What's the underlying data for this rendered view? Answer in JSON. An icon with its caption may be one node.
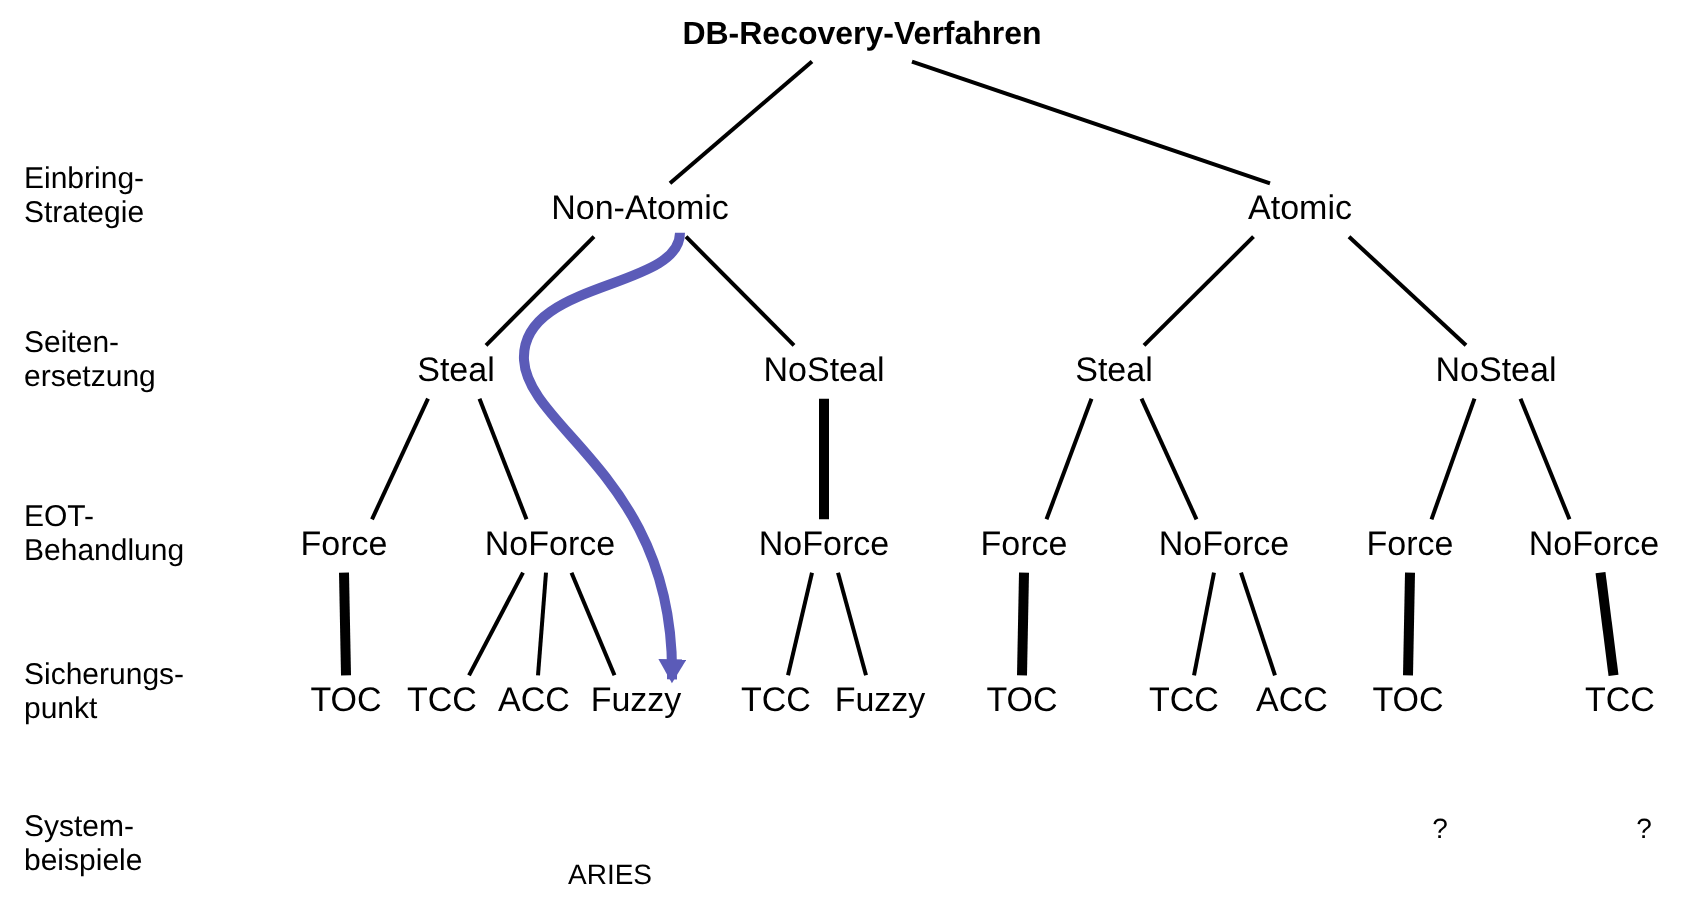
{
  "diagram": {
    "nodes": [
      {
        "text": [
          "DB-Recovery-Verfahren"
        ]
      },
      {
        "text": [
          "Non-Atomic"
        ]
      },
      {
        "text": [
          "Atomic"
        ]
      },
      {
        "text": [
          "Steal"
        ]
      },
      {
        "text": [
          "NoSteal"
        ]
      },
      {
        "text": [
          "Steal"
        ]
      },
      {
        "text": [
          "NoSteal"
        ]
      },
      {
        "text": [
          "Force"
        ]
      },
      {
        "text": [
          "NoForce"
        ]
      },
      {
        "text": [
          "NoForce"
        ]
      },
      {
        "text": [
          "Force"
        ]
      },
      {
        "text": [
          "NoForce"
        ]
      },
      {
        "text": [
          "Force"
        ]
      },
      {
        "text": [
          "NoForce"
        ]
      },
      {
        "text": [
          "TOC"
        ]
      },
      {
        "text": [
          "TCC"
        ]
      },
      {
        "text": [
          "ACC"
        ]
      },
      {
        "text": [
          "Fuzzy"
        ]
      },
      {
        "text": [
          "TCC"
        ]
      },
      {
        "text": [
          "Fuzzy"
        ]
      },
      {
        "text": [
          "TOC"
        ]
      },
      {
        "text": [
          "TCC"
        ]
      },
      {
        "text": [
          "ACC"
        ]
      },
      {
        "text": [
          "TOC"
        ]
      },
      {
        "text": [
          "TCC"
        ]
      }
    ],
    "edges": [
      {
        "from": 0,
        "to": 1,
        "arrow": "none"
      },
      {
        "from": 0,
        "to": 2,
        "arrow": "none"
      },
      {
        "from": 1,
        "to": 3,
        "arrow": "none"
      },
      {
        "from": 1,
        "to": 4,
        "arrow": "none"
      },
      {
        "from": 2,
        "to": 5,
        "arrow": "none"
      },
      {
        "from": 2,
        "to": 6,
        "arrow": "none"
      },
      {
        "from": 3,
        "to": 7,
        "arrow": "none"
      },
      {
        "from": 3,
        "to": 8,
        "arrow": "none"
      },
      {
        "from": 4,
        "to": 9,
        "arrow": "none",
        "style": "thick"
      },
      {
        "from": 5,
        "to": 10,
        "arrow": "none"
      },
      {
        "from": 5,
        "to": 11,
        "arrow": "none"
      },
      {
        "from": 6,
        "to": 12,
        "arrow": "none"
      },
      {
        "from": 6,
        "to": 13,
        "arrow": "none"
      },
      {
        "from": 7,
        "to": 14,
        "arrow": "none",
        "style": "thick"
      },
      {
        "from": 8,
        "to": 15,
        "arrow": "none"
      },
      {
        "from": 8,
        "to": 16,
        "arrow": "none"
      },
      {
        "from": 8,
        "to": 17,
        "arrow": "none"
      },
      {
        "from": 9,
        "to": 18,
        "arrow": "none"
      },
      {
        "from": 9,
        "to": 19,
        "arrow": "none"
      },
      {
        "from": 10,
        "to": 20,
        "arrow": "none",
        "style": "thick"
      },
      {
        "from": 11,
        "to": 21,
        "arrow": "none"
      },
      {
        "from": 11,
        "to": 22,
        "arrow": "none"
      },
      {
        "from": 12,
        "to": 23,
        "arrow": "none",
        "style": "thick"
      },
      {
        "from": 13,
        "to": 24,
        "arrow": "none",
        "style": "thick"
      },
      {
        "from": 1,
        "to": 17,
        "arrow": "to",
        "style": "thick",
        "color": "#5b5bb8"
      }
    ],
    "labels": [
      "Einbring- Strategie",
      "Seiten- ersetzung",
      "EOT- Behandlung",
      "Sicherungs- punkt",
      "System- beispiele",
      "ARIES",
      "?",
      "?"
    ]
  }
}
